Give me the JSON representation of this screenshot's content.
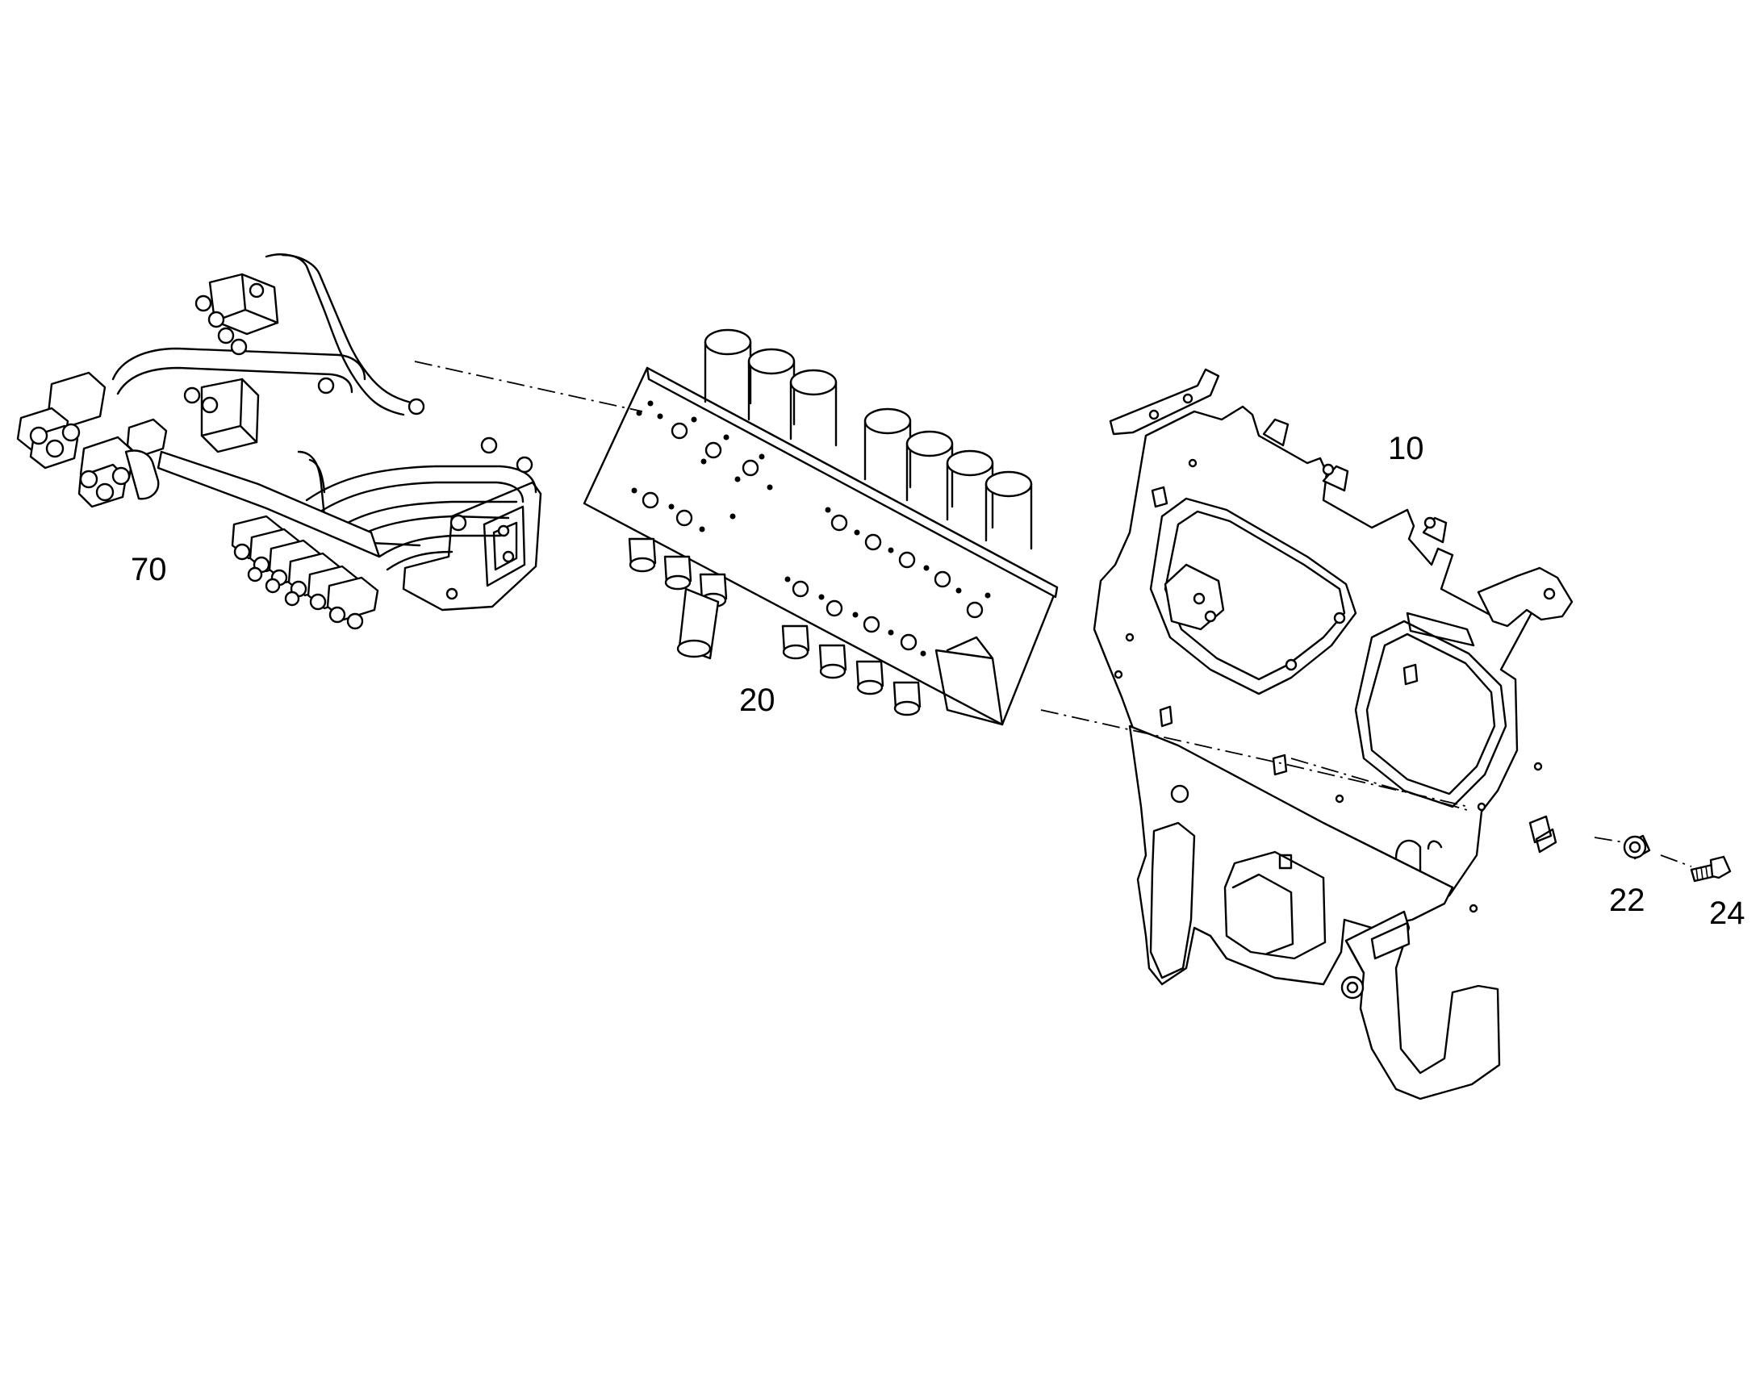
{
  "diagram": {
    "type": "exploded-parts-view",
    "callouts": [
      {
        "id": "70",
        "label": "70",
        "part": "hose-assembly"
      },
      {
        "id": "20",
        "label": "20",
        "part": "valve-block"
      },
      {
        "id": "10",
        "label": "10",
        "part": "mounting-frame"
      },
      {
        "id": "22",
        "label": "22",
        "part": "spacer-bushing"
      },
      {
        "id": "24",
        "label": "24",
        "part": "bolt"
      }
    ],
    "line_color": "#000000",
    "background_color": "#ffffff"
  }
}
